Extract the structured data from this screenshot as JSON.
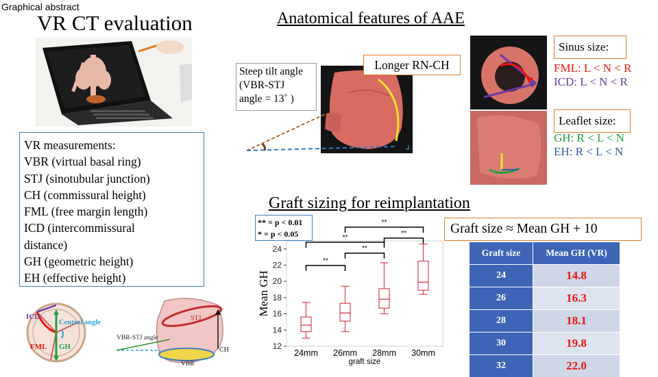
{
  "header": {
    "label": "Graphical abstract",
    "title": "VR CT evaluation"
  },
  "measurements": {
    "heading": "VR measurements:",
    "items": [
      "VBR (virtual basal ring)",
      "STJ (sinotubular junction)",
      "CH (commissural height)",
      "FML (free margin length)",
      "ICD (intercommissural",
      "distance)",
      "GH (geometric height)",
      "EH (effective height)"
    ]
  },
  "valve_icon": {
    "icd": "ICD",
    "central_angle": "Central angle",
    "fml": "FML",
    "gh": "GH"
  },
  "root_icon": {
    "stj": "STJ",
    "vbr_stj_angle": "VBR-STJ angle",
    "ch": "CH",
    "vbr": "VBR"
  },
  "anatomical": {
    "title": "Anatomical features of AAE",
    "tilt_lines": [
      "Steep tilt angle",
      "(VBR-STJ",
      "angle = 13˚ )"
    ],
    "longer_rnch": "Longer RN-CH",
    "sinus_title": "Sinus size:",
    "sinus_fml": "FML: L < N < R",
    "sinus_icd": "ICD:  L < N < R",
    "leaflet_title": "Leaflet size:",
    "leaflet_gh": "GH:   R < L < N",
    "leaflet_eh": "EH:   R < L < N"
  },
  "graft": {
    "title": "Graft sizing for reimplantation",
    "legend_1": "** = p < 0.01",
    "legend_2": "* = p < 0.05",
    "formula": "Graft size ≈ Mean GH + 10"
  },
  "chart_data": {
    "type": "box",
    "xlabel": "graft size",
    "ylabel": "Mean GH",
    "categories": [
      "24mm",
      "26mm",
      "28mm",
      "30mm"
    ],
    "yticks": [
      12,
      14,
      16,
      18,
      20,
      22,
      24
    ],
    "ylim": [
      12,
      25
    ],
    "boxes": [
      {
        "category": "24mm",
        "min": 13.0,
        "q1": 13.8,
        "median": 14.6,
        "q3": 15.6,
        "max": 17.4
      },
      {
        "category": "26mm",
        "min": 13.8,
        "q1": 15.1,
        "median": 16.1,
        "q3": 17.3,
        "max": 19.4
      },
      {
        "category": "28mm",
        "min": 16.0,
        "q1": 16.7,
        "median": 17.8,
        "q3": 19.1,
        "max": 22.3
      },
      {
        "category": "30mm",
        "min": 18.4,
        "q1": 18.9,
        "median": 19.9,
        "q3": 22.5,
        "max": 24.6
      }
    ],
    "significance": [
      {
        "from": "24mm",
        "to": "26mm",
        "label": "**"
      },
      {
        "from": "26mm",
        "to": "28mm",
        "label": "**"
      },
      {
        "from": "28mm",
        "to": "30mm",
        "label": "**"
      },
      {
        "from": "24mm",
        "to": "28mm",
        "label": "**"
      },
      {
        "from": "26mm",
        "to": "30mm",
        "label": "**"
      }
    ],
    "color": "#d9434f"
  },
  "table": {
    "headers": [
      "Graft size",
      "Mean GH (VR)"
    ],
    "rows": [
      [
        "24",
        "14.8"
      ],
      [
        "26",
        "16.3"
      ],
      [
        "28",
        "18.1"
      ],
      [
        "30",
        "19.8"
      ],
      [
        "32",
        "22.0"
      ]
    ]
  },
  "colors": {
    "box_blue": "#3e7cc0",
    "box_orange": "#e07a27",
    "fml_red": "#e8150e",
    "icd_purple": "#6a3aa8",
    "gh_green": "#1fa041",
    "eh_blue": "#2e5b9c",
    "table_header": "#3e65b5"
  }
}
